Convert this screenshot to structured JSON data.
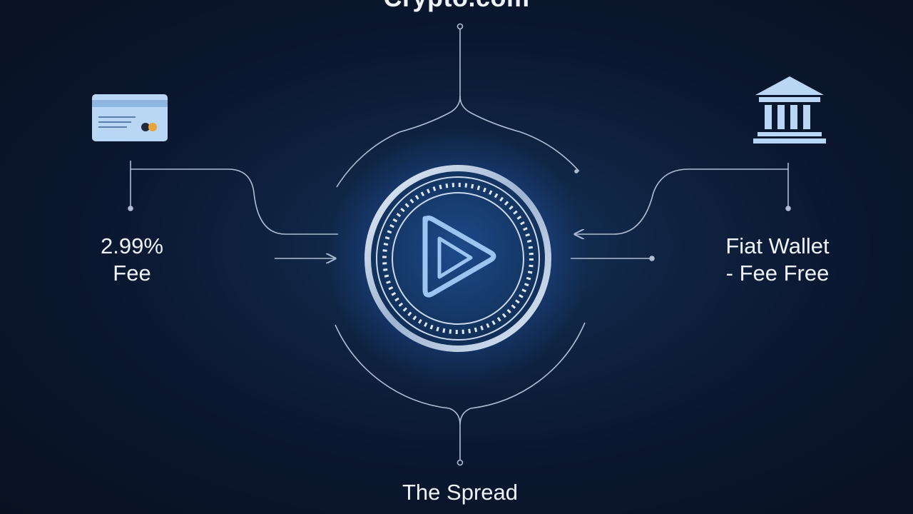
{
  "diagram": {
    "title": "Crypto.com",
    "left": {
      "icon": "credit-card-icon",
      "label_line1": "2.99%",
      "label_line2": "Fee"
    },
    "right": {
      "icon": "bank-icon",
      "label_line1": "Fiat Wallet",
      "label_line2": "- Fee Free"
    },
    "bottom": {
      "label": "The Spread"
    },
    "center": {
      "icon": "play-coin-icon"
    }
  },
  "colors": {
    "background": "#0b1526",
    "line": "#aebdd3",
    "glow": "#3f8cff",
    "text": "#eef3fa",
    "icon_fill": "#b9d6f5"
  }
}
